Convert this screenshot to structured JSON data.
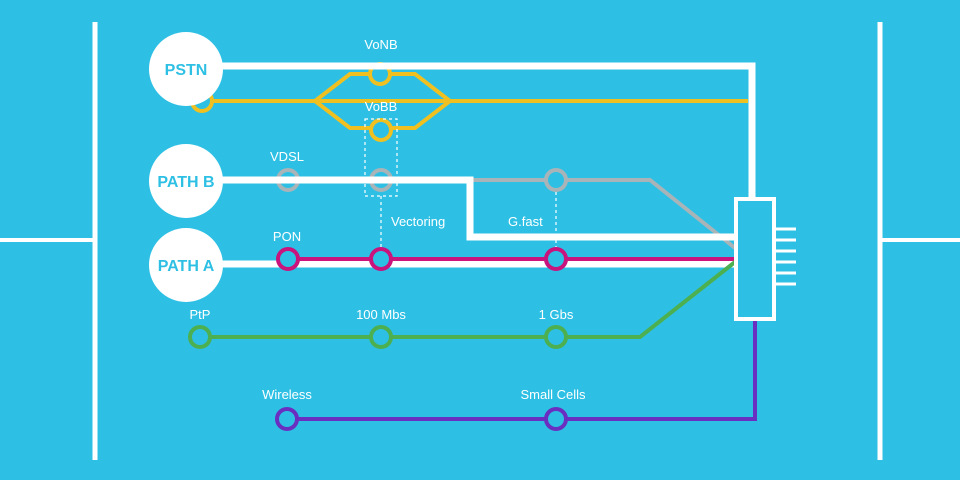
{
  "colors": {
    "background": "#2ec0e4",
    "white": "#ffffff",
    "yellow": "#f0c020",
    "gray": "#a8b4b8",
    "magenta": "#c8147c",
    "green": "#4caf50",
    "purple": "#6a2fc0",
    "node_text": "#2ec0e4"
  },
  "nodes": {
    "pstn": "PSTN",
    "path_b": "PATH B",
    "path_a": "PATH A"
  },
  "labels": {
    "vonb": "VoNB",
    "vobb": "VoBB",
    "vdsl": "VDSL",
    "vectoring": "Vectoring",
    "gfast": "G.fast",
    "pon": "PON",
    "ptp": "PtP",
    "mbs100": "100 Mbs",
    "gbs1": "1 Gbs",
    "wireless": "Wireless",
    "small_cells": "Small Cells"
  }
}
